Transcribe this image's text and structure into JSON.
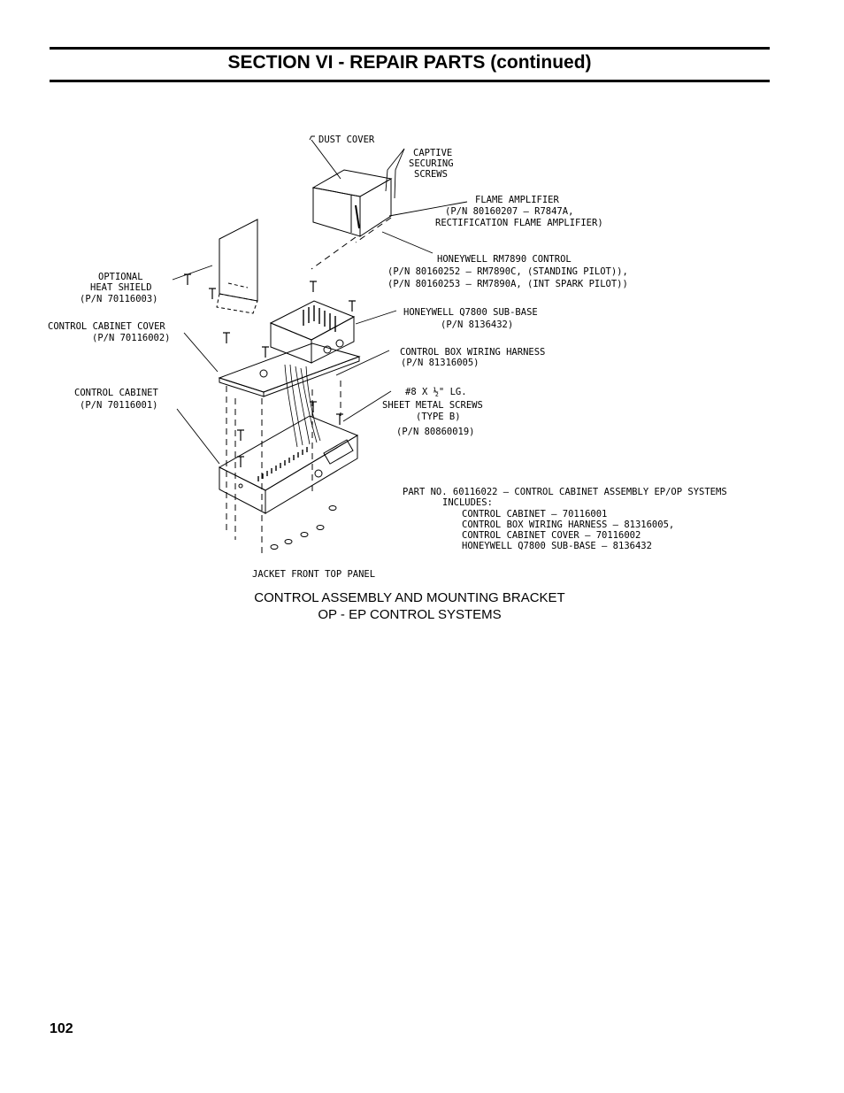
{
  "header": {
    "title": "SECTION VI - REPAIR PARTS (continued)"
  },
  "figure": {
    "labels": {
      "dust_cover": "DUST COVER",
      "captive_1": "CAPTIVE",
      "captive_2": "SECURING",
      "captive_3": "SCREWS",
      "amp_1": "FLAME AMPLIFIER",
      "amp_2": "(P/N 80160207 – R7847A,",
      "amp_3": "RECTIFICATION FLAME AMPLIFIER)",
      "ctrl_1": "HONEYWELL RM7890 CONTROL",
      "ctrl_2": "(P/N 80160252 – RM7890C, (STANDING PILOT)),",
      "ctrl_3": "(P/N 80160253 – RM7890A, (INT SPARK PILOT))",
      "shield_1": "OPTIONAL",
      "shield_2": "HEAT SHIELD",
      "shield_3": "(P/N 70116003)",
      "subbase_1": "HONEYWELL Q7800 SUB-BASE",
      "subbase_2": "(P/N 8136432)",
      "cover_1": "CONTROL CABINET COVER",
      "cover_2": "(P/N 70116002)",
      "harness_1": "CONTROL BOX WIRING HARNESS",
      "harness_2": "(P/N 81316005)",
      "cabinet_1": "CONTROL CABINET",
      "cabinet_2": "(P/N 70116001)",
      "screw_1": "#8 X ½\" LG.",
      "screw_2": "SHEET METAL SCREWS",
      "screw_3": "(TYPE B)",
      "screw_4": "(P/N 80860019)",
      "part_1": "PART NO. 60116022 – CONTROL CABINET ASSEMBLY EP/OP SYSTEMS",
      "part_2": "INCLUDES:",
      "part_3": "CONTROL CABINET – 70116001",
      "part_4": "CONTROL BOX WIRING HARNESS – 81316005,",
      "part_5": "CONTROL CABINET COVER – 70116002",
      "part_6": "HONEYWELL Q7800 SUB-BASE – 8136432",
      "jacket": "JACKET FRONT TOP PANEL"
    },
    "caption_line1": "CONTROL ASSEMBLY AND MOUNTING BRACKET",
    "caption_line2": "OP - EP CONTROL SYSTEMS"
  },
  "footer": {
    "page_number": "102"
  }
}
